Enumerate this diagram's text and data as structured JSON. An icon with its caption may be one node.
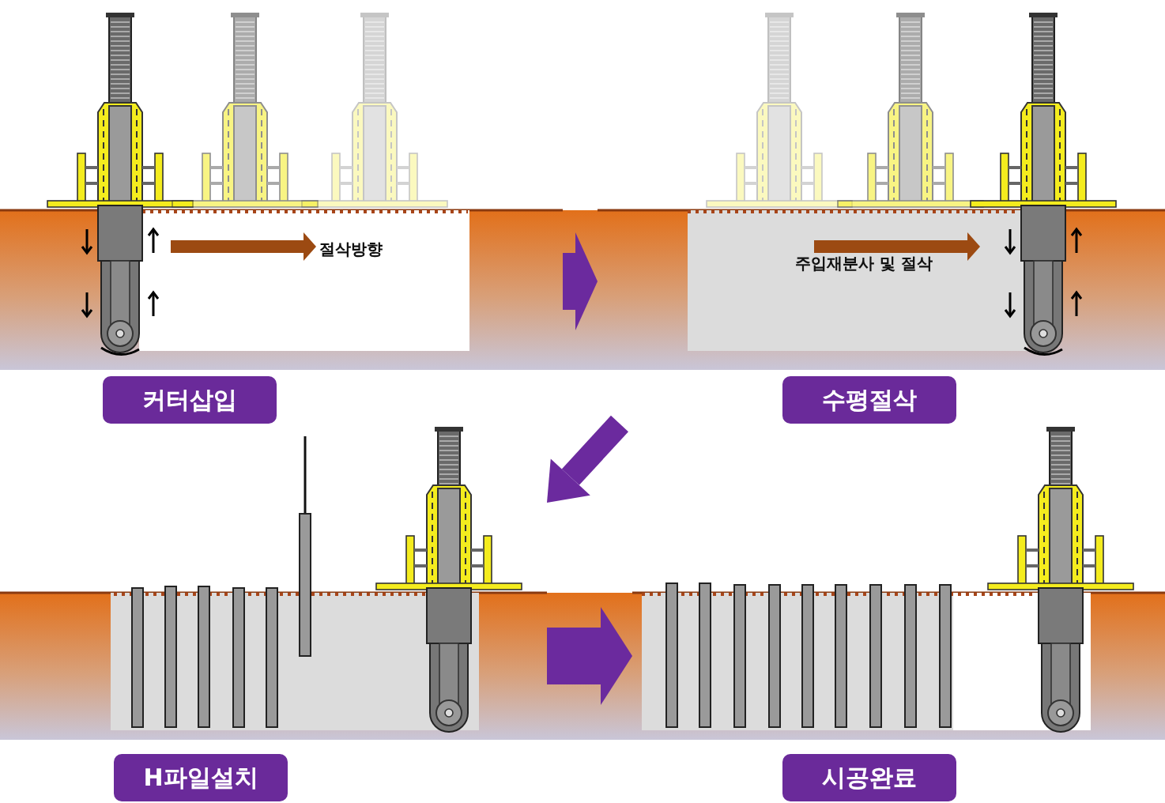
{
  "diagram": {
    "nodes": [
      {
        "text": [
          "커터삽입"
        ]
      },
      {
        "text": [
          "수평절삭"
        ]
      },
      {
        "text": [
          "H파일설치"
        ]
      },
      {
        "text": [
          "시공완료"
        ]
      }
    ],
    "edges": [
      {
        "from": 0,
        "to": 1,
        "arrow": "to"
      },
      {
        "from": 1,
        "to": 2,
        "arrow": "to"
      },
      {
        "from": 2,
        "to": 3,
        "arrow": "to"
      }
    ],
    "labels": [
      "절삭방향",
      "주입재분사 및 절삭"
    ]
  }
}
